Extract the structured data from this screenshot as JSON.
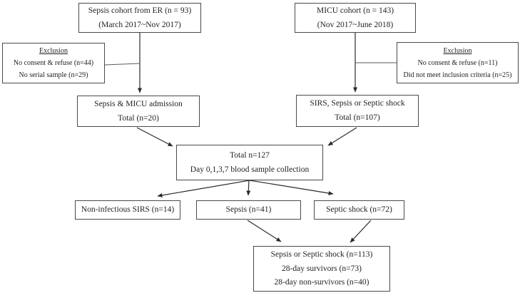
{
  "colors": {
    "background": "#ffffff",
    "box_border": "#4a4a4a",
    "text": "#1f1f1f",
    "connector": "#2a2a2a"
  },
  "boxes": {
    "sepsis_er": {
      "line1": "Sepsis cohort from ER (n = 93)",
      "line2": "(March 2017~Nov 2017)"
    },
    "micu": {
      "line1": "MICU cohort (n = 143)",
      "line2": "(Nov 2017~June 2018)"
    },
    "exclusion_left": {
      "title": "Exclusion",
      "line1": "No consent & refuse (n=44)",
      "line2": "No serial sample (n=29)"
    },
    "exclusion_right": {
      "title": "Exclusion",
      "line1": "No consent & refuse (n=11)",
      "line2": "Did not meet inclusion criteria (n=25)"
    },
    "sepsis_micu_admission": {
      "line1": "Sepsis & MICU admission",
      "line2": "Total (n=20)"
    },
    "sirs_sepsis_septic": {
      "line1": "SIRS, Sepsis or Septic shock",
      "line2": "Total (n=107)"
    },
    "total_combined": {
      "line1": "Total n=127",
      "line2": "Day 0,1,3,7 blood sample collection"
    },
    "non_infectious_sirs": {
      "line1": "Non-infectious SIRS (n=14)"
    },
    "sepsis_group": {
      "line1": "Sepsis (n=41)"
    },
    "septic_shock_group": {
      "line1": "Septic shock (n=72)"
    },
    "outcome": {
      "line1": "Sepsis or Septic shock (n=113)",
      "line2": "28-day survivors (n=73)",
      "line3": "28-day non-survivors (n=40)"
    }
  }
}
